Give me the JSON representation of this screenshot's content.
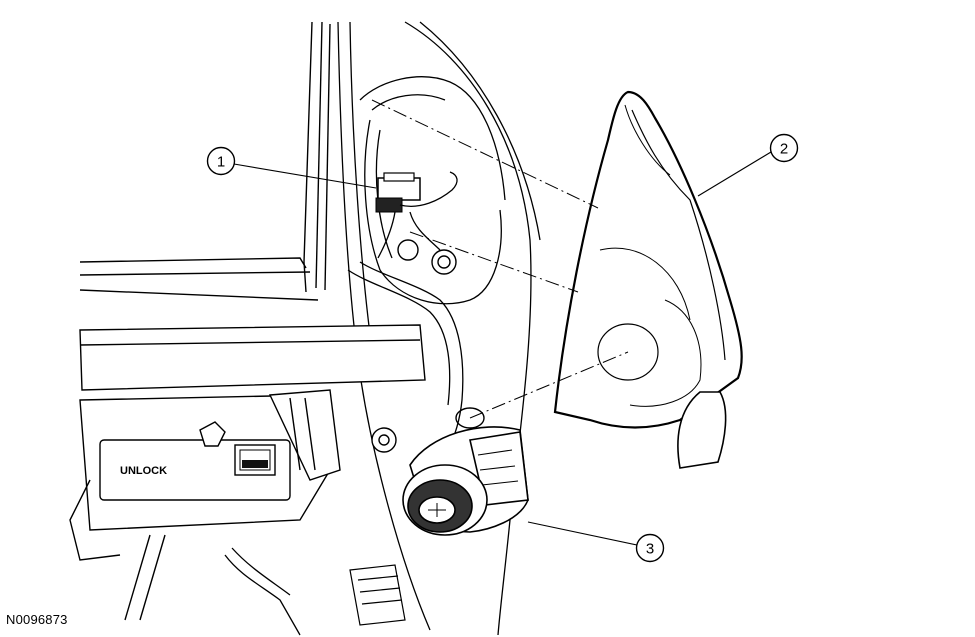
{
  "diagram": {
    "callouts": [
      {
        "id": "1",
        "label": "1"
      },
      {
        "id": "2",
        "label": "2"
      },
      {
        "id": "3",
        "label": "3"
      }
    ],
    "latch_label": "UNLOCK",
    "figure_id": "N0096873"
  }
}
